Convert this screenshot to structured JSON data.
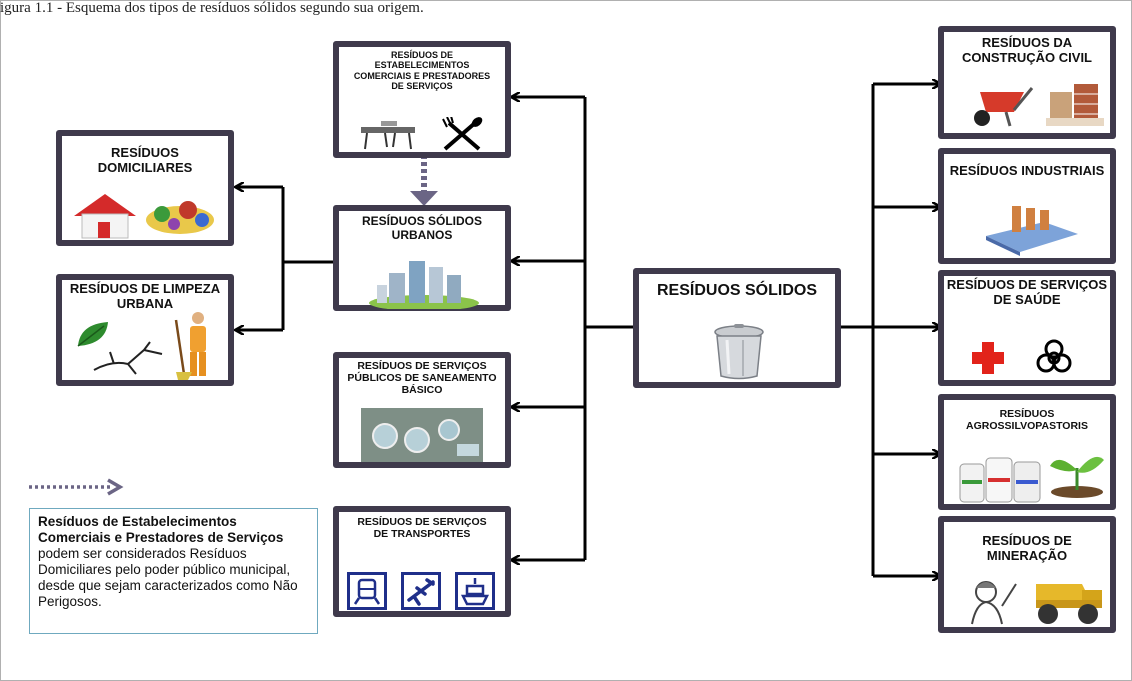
{
  "caption": "igura 1.1 - Esquema dos tipos de resíduos sólidos segundo sua origem.",
  "boxes": {
    "solidos": "RESÍDUOS SÓLIDOS",
    "urbanos": "RESÍDUOS SÓLIDOS URBANOS",
    "comerciais": "RESÍDUOS DE ESTABELECIMENTOS COMERCIAIS E PRESTADORES DE SERVIÇOS",
    "domiciliares": "RESÍDUOS DOMICILIARES",
    "limpeza": "RESÍDUOS DE LIMPEZA URBANA",
    "saneamento": "RESÍDUOS DE SERVIÇOS PÚBLICOS DE SANEAMENTO BÁSICO",
    "transportes": "RESÍDUOS DE SERVIÇOS DE TRANSPORTES",
    "construcao": "RESÍDUOS DA CONSTRUÇÃO CIVIL",
    "industriais": "RESÍDUOS INDUSTRIAIS",
    "saude": "RESÍDUOS DE SERVIÇOS DE SAÚDE",
    "agro": "RESÍDUOS AGROSSILVOPASTORIS",
    "mineracao": "RESÍDUOS DE MINERAÇÃO"
  },
  "note": {
    "bold": "Resíduos de Estabelecimentos Comerciais e Prestadores de Serviços",
    "rest": " podem ser considerados Resíduos Domiciliares pelo poder público municipal, desde que sejam caracterizados como Não Perigosos."
  },
  "icons": [
    "trash-can-icon",
    "buildings-icon",
    "restaurant-icon",
    "fork-spoon-icon",
    "house-icon",
    "garbage-pile-icon",
    "leaf-icon",
    "branch-icon",
    "sweeper-icon",
    "treatment-plant-icon",
    "train-icon",
    "airplane-icon",
    "ship-icon",
    "wheelbarrow-icon",
    "bricks-icon",
    "factory-icon",
    "red-cross-icon",
    "biohazard-icon",
    "chemical-bottles-icon",
    "plant-sprout-icon",
    "miner-icon",
    "mining-truck-icon"
  ],
  "colors": {
    "box_border": "#3f3a4c",
    "arrow": "#000000",
    "dashed_arrow": "#6b6585",
    "note_border": "#6fa9bf",
    "transport_icon": "#1f2f8a",
    "red_cross": "#e2231a"
  }
}
